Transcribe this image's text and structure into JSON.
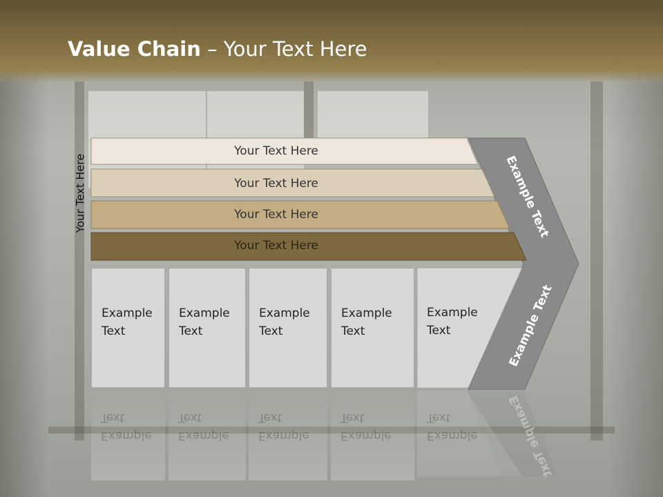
{
  "slide": {
    "title_bold": "Value Chain",
    "title_rest": " – Your Text Here"
  },
  "side_label": "Your Text Here",
  "bars": [
    {
      "label": "Your Text Here",
      "color": "#ede6dc"
    },
    {
      "label": "Your Text Here",
      "color": "#dccfb9"
    },
    {
      "label": "Your Text Here",
      "color": "#c2ad84"
    },
    {
      "label": "Your Text Here",
      "color": "#7e6a40"
    }
  ],
  "boxes": [
    {
      "line1": "Example",
      "line2": "Text"
    },
    {
      "line1": "Example",
      "line2": "Text"
    },
    {
      "line1": "Example",
      "line2": "Text"
    },
    {
      "line1": "Example",
      "line2": "Text"
    },
    {
      "line1": "Example",
      "line2": "Text"
    }
  ],
  "chevron": {
    "upper_label": "Example Text",
    "lower_label": "Example Text",
    "color": "#8a8a8a"
  },
  "colors": {
    "header": "#7c6a40",
    "box": "#d8d8d8"
  }
}
